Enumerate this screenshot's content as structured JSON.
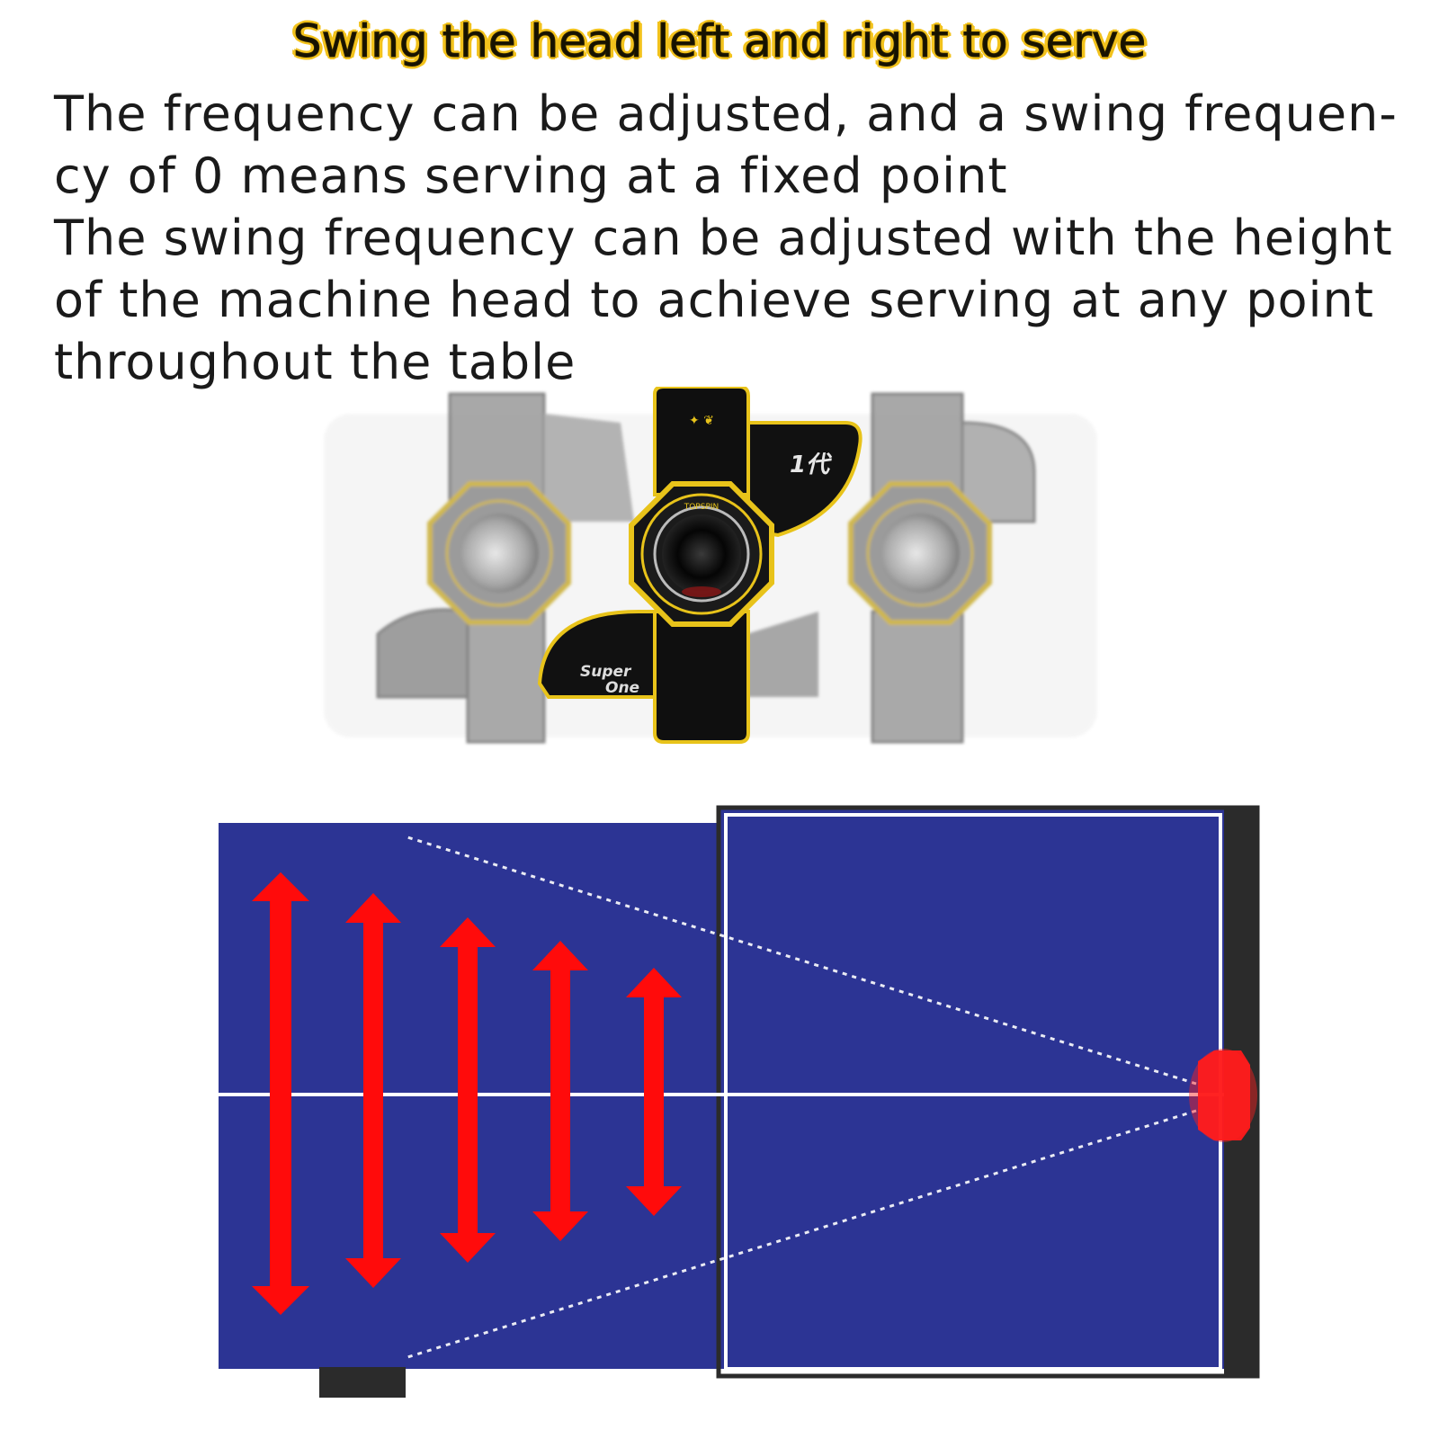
{
  "headline": "Swing the head left and right to serve",
  "paragraph1": {
    "line1": "The frequency can be adjusted, and a swing frequen-",
    "line2": "cy of 0 means serving at a fixed point"
  },
  "paragraph2": {
    "line1": "The swing frequency can be adjusted with the height",
    "line2": "of the machine head to achieve serving at any point",
    "line3": "throughout the table"
  },
  "machine_labels": {
    "brand_line1": "Super",
    "brand_line2": "One",
    "dial_text": "TOPSPIN",
    "model_text": "1代"
  },
  "colors": {
    "headline_highlight": "#f2c21c",
    "table_blue": "#2c3494",
    "arrow_red": "#ff0b0b",
    "machine_black": "#111111",
    "machine_yellow": "#e8c31a",
    "ghost_grey": "#8c8c8c"
  },
  "diagram": {
    "swing_arrow_count": 5
  }
}
